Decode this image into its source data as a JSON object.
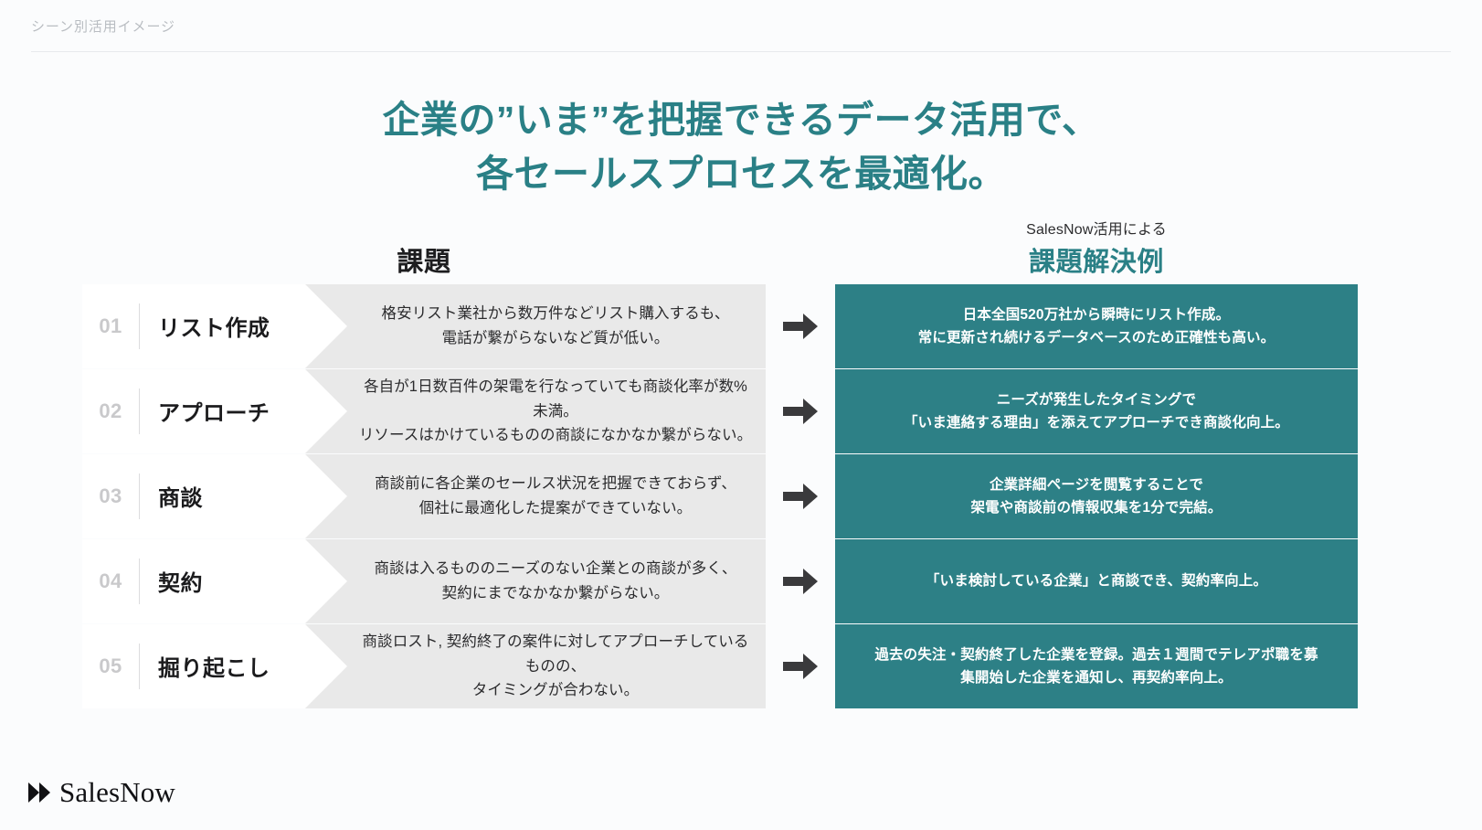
{
  "topbar": {
    "label": "シーン別活用イメージ"
  },
  "headline": {
    "line1": "企業の”いま”を把握できるデータ活用で、",
    "line2": "各セールスプロセスを最適化。"
  },
  "columns": {
    "issue_heading": "課題",
    "solution_sub": "SalesNow活用による",
    "solution_heading": "課題解決例"
  },
  "arrow_icon": "right-arrow-icon",
  "rows": [
    {
      "number": "01",
      "stage": "リスト作成",
      "issue_line1": "格安リスト業社から数万件などリスト購入するも、",
      "issue_line2": "電話が繋がらないなど質が低い。",
      "solution_line1": "日本全国520万社から瞬時にリスト作成。",
      "solution_line2": "常に更新され続けるデータベースのため正確性も高い。"
    },
    {
      "number": "02",
      "stage": "アプローチ",
      "issue_line1": "各自が1日数百件の架電を行なっていても商談化率が数%未満。",
      "issue_line2": "リソースはかけているものの商談になかなか繋がらない。",
      "solution_line1": "ニーズが発生したタイミングで",
      "solution_line2": "「いま連絡する理由」を添えてアプローチでき商談化向上。"
    },
    {
      "number": "03",
      "stage": "商談",
      "issue_line1": "商談前に各企業のセールス状況を把握できておらず、",
      "issue_line2": "個社に最適化した提案ができていない。",
      "solution_line1": "企業詳細ページを閲覧することで",
      "solution_line2": "架電や商談前の情報収集を1分で完結。"
    },
    {
      "number": "04",
      "stage": "契約",
      "issue_line1": "商談は入るもののニーズのない企業との商談が多く、",
      "issue_line2": "契約にまでなかなか繋がらない。",
      "solution_line1": "「いま検討している企業」と商談でき、契約率向上。",
      "solution_line2": ""
    },
    {
      "number": "05",
      "stage": "掘り起こし",
      "issue_line1": "商談ロスト, 契約終了の案件に対してアプローチしているものの、",
      "issue_line2": "タイミングが合わない。",
      "solution_line1": "過去の失注・契約終了した企業を登録。過去１週間でテレアポ職を募",
      "solution_line2": "集開始した企業を通知し、再契約率向上。"
    }
  ],
  "footer": {
    "logo_text": "SalesNow",
    "logo_icon": "double-chevron-icon"
  },
  "colors": {
    "accent_teal": "#2d8086",
    "page_bg": "#fbfcfd",
    "row_bg": "#e9e9e9",
    "number_gray": "#c9c9cb",
    "arrow_dark": "#3a3a3c"
  }
}
